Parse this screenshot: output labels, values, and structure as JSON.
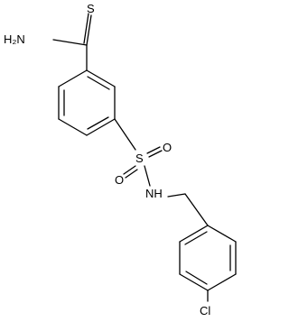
{
  "molecule": {
    "atom_labels": {
      "thioamide_S": "S",
      "amide_N": "H₂N",
      "sulfonyl_S": "S",
      "oxygen_upper": "O",
      "oxygen_lower": "O",
      "sulfonamide_N": "NH",
      "chlorine": "Cl"
    }
  }
}
